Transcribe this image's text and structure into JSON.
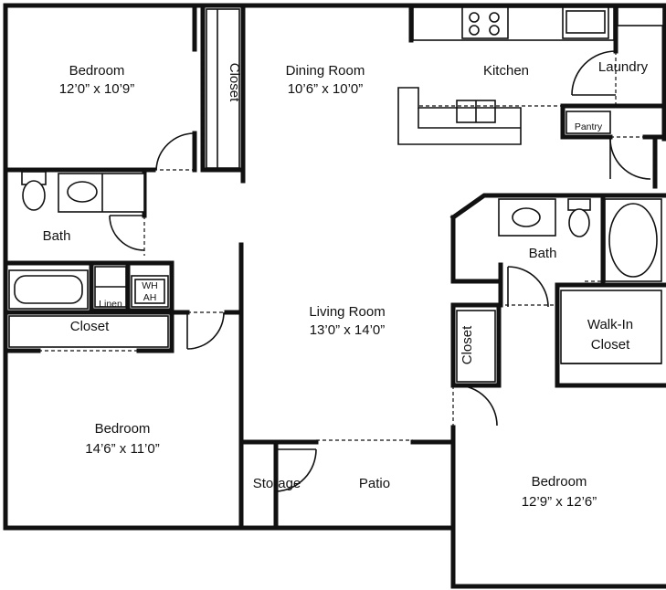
{
  "rooms": {
    "bedroom_nw": {
      "name": "Bedroom",
      "size": "12’0” x 10’9”"
    },
    "closet_nw": {
      "name": "Closet"
    },
    "dining": {
      "name": "Dining Room",
      "size": "10’6” x 10’0”"
    },
    "kitchen": {
      "name": "Kitchen"
    },
    "laundry": {
      "name": "Laundry"
    },
    "pantry": {
      "name": "Pantry"
    },
    "bath_w": {
      "name": "Bath"
    },
    "linen": {
      "name": "Linen"
    },
    "wh_ah": {
      "line1": "WH",
      "line2": "AH"
    },
    "closet_w": {
      "name": "Closet"
    },
    "living": {
      "name": "Living Room",
      "size": "13’0” x 14’0”"
    },
    "bath_e": {
      "name": "Bath"
    },
    "walkin": {
      "line1": "Walk-In",
      "line2": "Closet"
    },
    "closet_e": {
      "name": "Closet"
    },
    "bedroom_sw": {
      "name": "Bedroom",
      "size": "14’6” x 11’0”"
    },
    "storage": {
      "name": "Storage"
    },
    "patio": {
      "name": "Patio"
    },
    "bedroom_se": {
      "name": "Bedroom",
      "size": "12’9” x 12’6”"
    }
  }
}
